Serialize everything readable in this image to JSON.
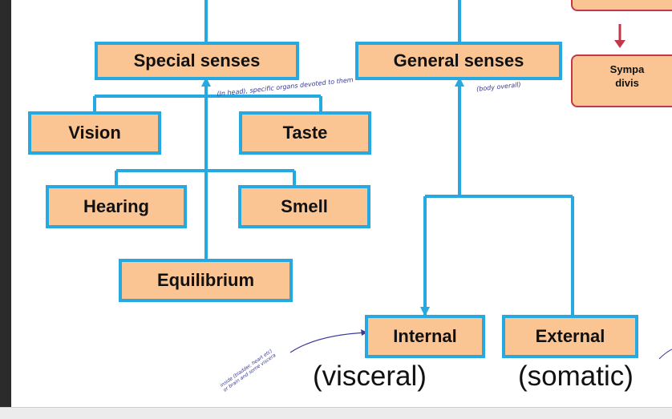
{
  "diagram": {
    "top_level": [
      "Special senses",
      "General senses"
    ],
    "special_senses": [
      "Vision",
      "Taste",
      "Hearing",
      "Smell",
      "Equilibrium"
    ],
    "general_senses": [
      {
        "label": "Internal",
        "sublabel": "(visceral)"
      },
      {
        "label": "External",
        "sublabel": "(somatic)"
      }
    ],
    "side_box_text_line1": "Sympa",
    "side_box_text_line2": "divis"
  },
  "annotations": {
    "special_note": "(In head), specific organs devoted to them",
    "general_note": "(body overall)",
    "internal_note": "inside (bladder, heart etc) or brain and some viscera"
  },
  "colors": {
    "box_fill": "#fbc593",
    "box_border": "#26a9e0",
    "line": "#26a9e0",
    "side_border": "#c0394b",
    "ink": "#3a3a9a"
  }
}
